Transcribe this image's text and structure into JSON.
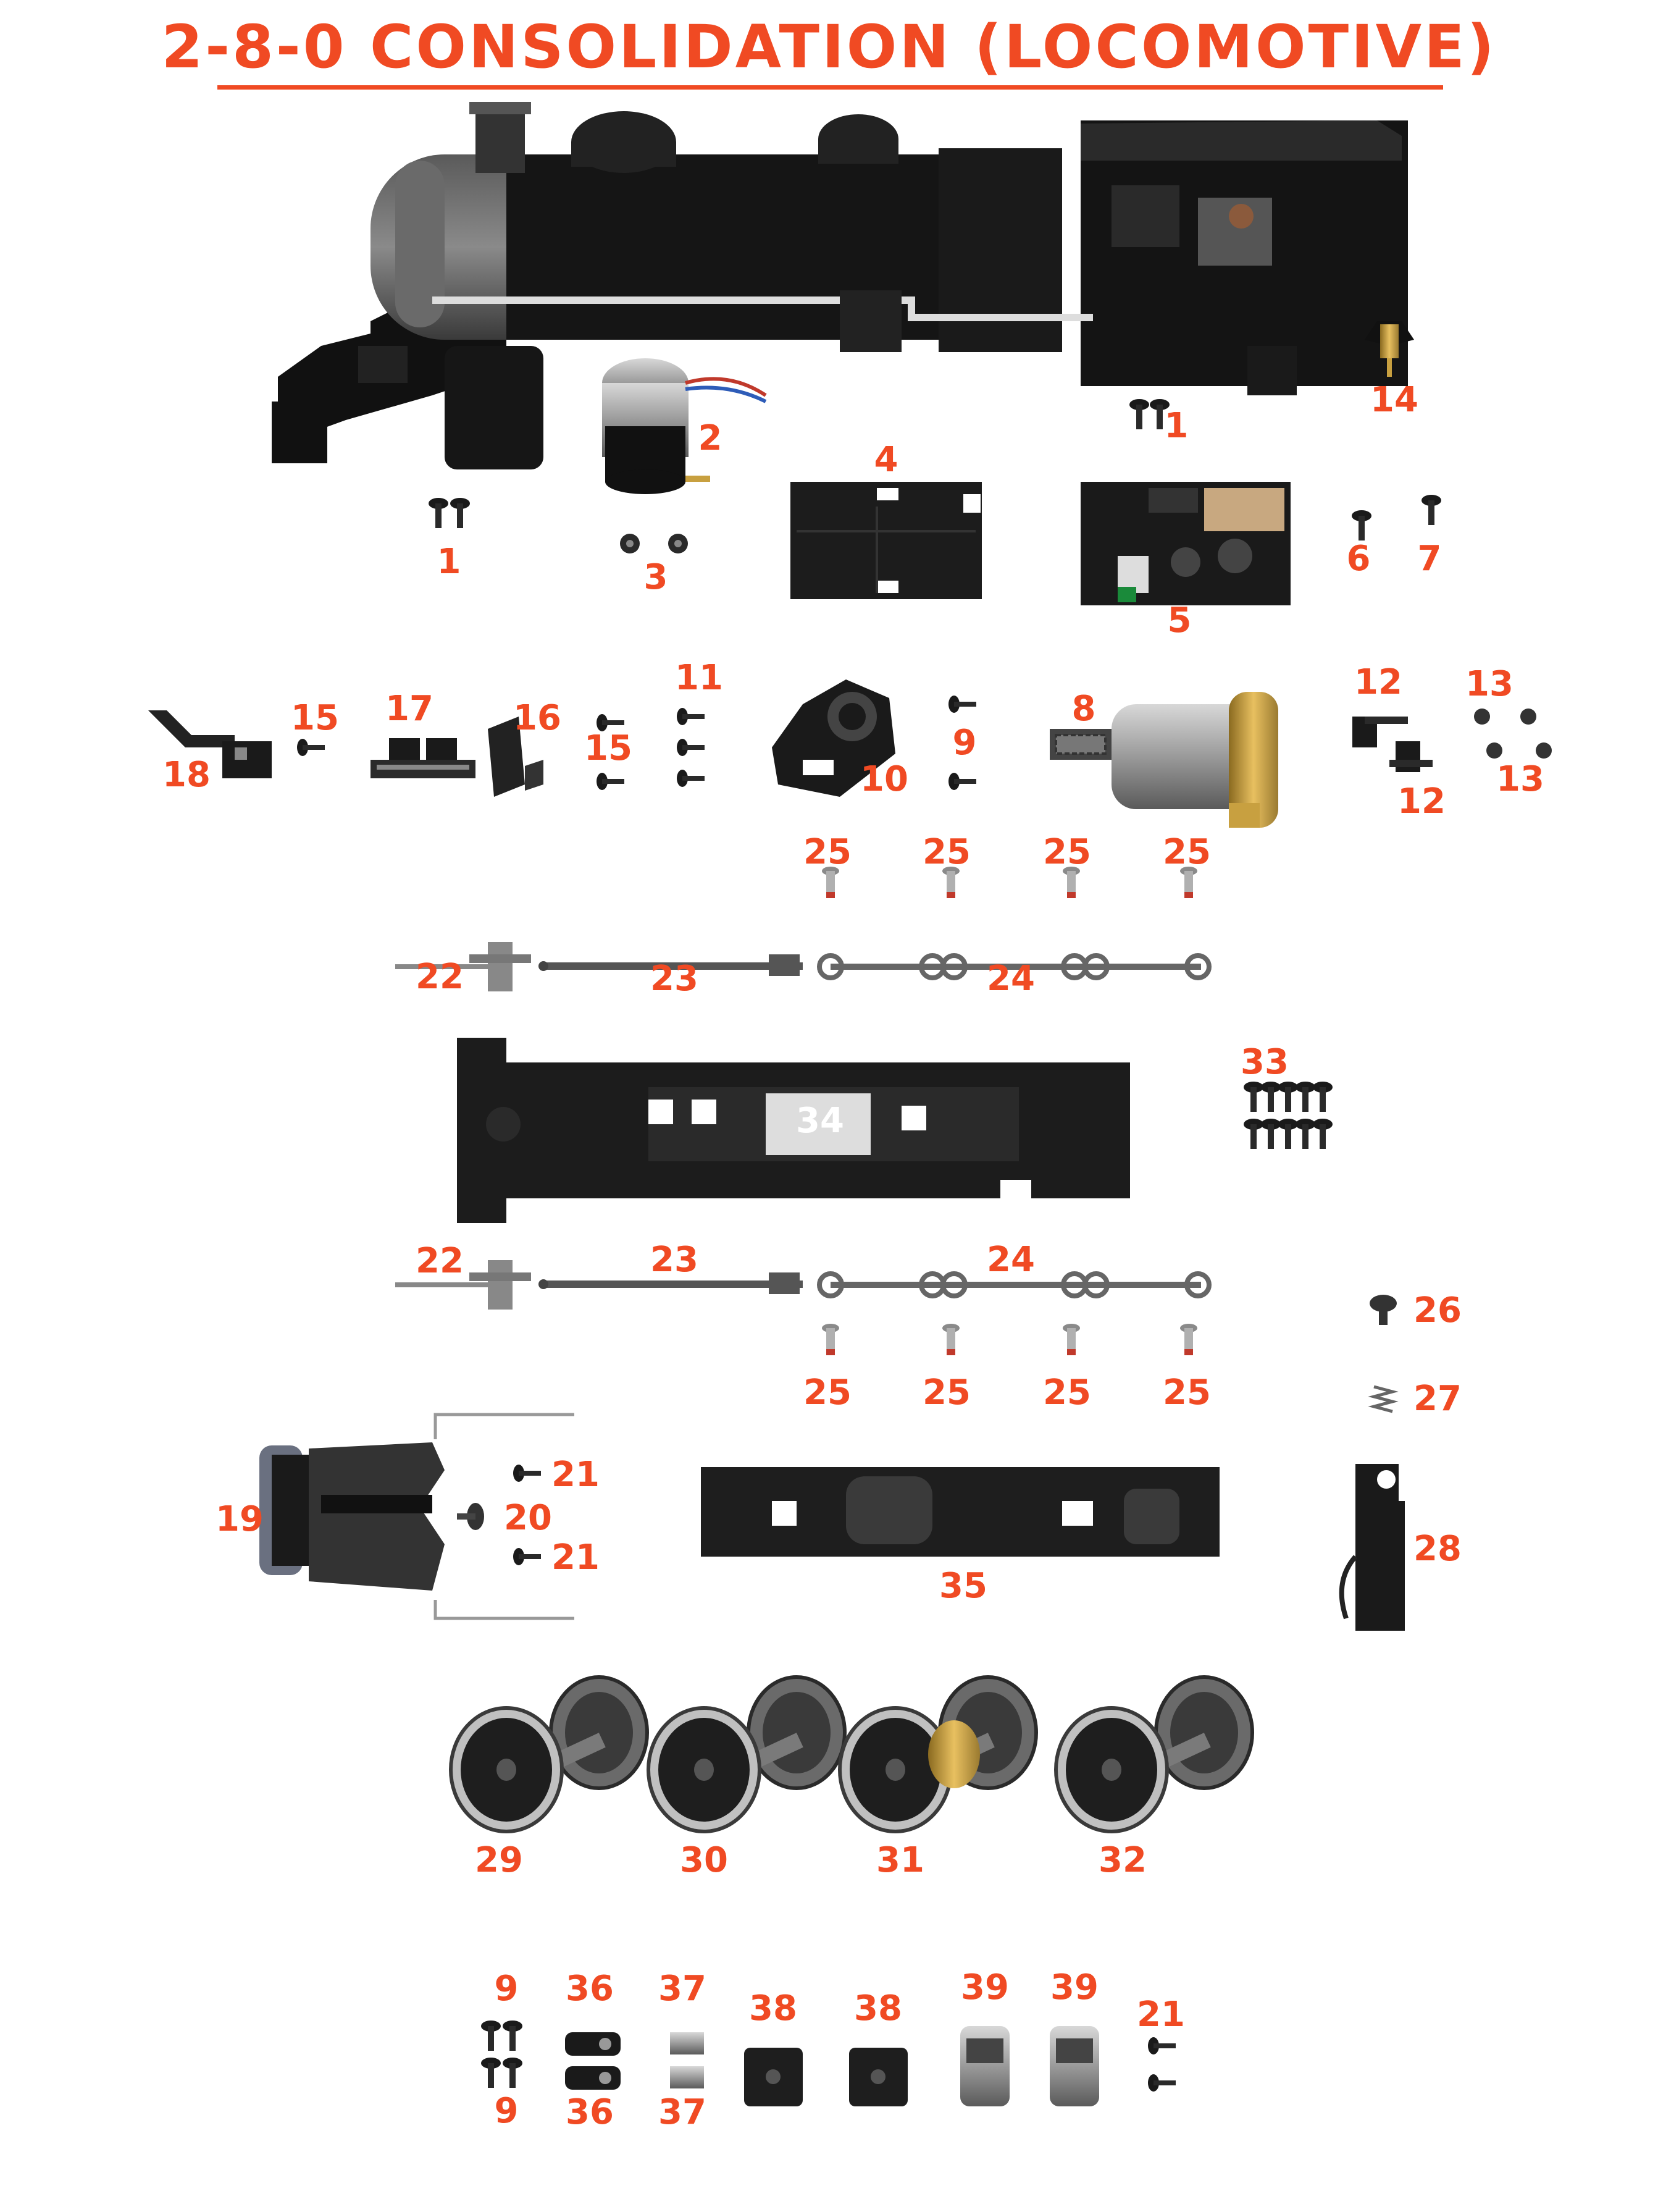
{
  "title": "2-8-0 CONSOLIDATION (LOCOMOTIVE)",
  "colors": {
    "accent": "#f04a23",
    "part_dark": "#1a1a1a",
    "part_metal": "#9a9a9a",
    "brass": "#c8a040",
    "background": "#ffffff"
  },
  "callouts": {
    "c1a": "1",
    "c1b": "1",
    "c2": "2",
    "c3": "3",
    "c4": "4",
    "c5": "5",
    "c6": "6",
    "c7": "7",
    "c8": "8",
    "c9a": "9",
    "c9b": "9",
    "c9c": "9",
    "c10": "10",
    "c11": "11",
    "c12a": "12",
    "c12b": "12",
    "c13a": "13",
    "c13b": "13",
    "c14": "14",
    "c15a": "15",
    "c15b": "15",
    "c16": "16",
    "c17": "17",
    "c18": "18",
    "c19": "19",
    "c20": "20",
    "c21a": "21",
    "c21b": "21",
    "c21c": "21",
    "c22a": "22",
    "c22b": "22",
    "c23a": "23",
    "c23b": "23",
    "c24a": "24",
    "c24b": "24",
    "c25a": "25",
    "c25b": "25",
    "c25c": "25",
    "c25d": "25",
    "c25e": "25",
    "c25f": "25",
    "c25g": "25",
    "c25h": "25",
    "c26": "26",
    "c27": "27",
    "c28": "28",
    "c29": "29",
    "c30": "30",
    "c31": "31",
    "c32": "32",
    "c33": "33",
    "c34": "34",
    "c35": "35",
    "c36a": "36",
    "c36b": "36",
    "c37a": "37",
    "c37b": "37",
    "c38a": "38",
    "c38b": "38",
    "c39a": "39",
    "c39b": "39"
  }
}
